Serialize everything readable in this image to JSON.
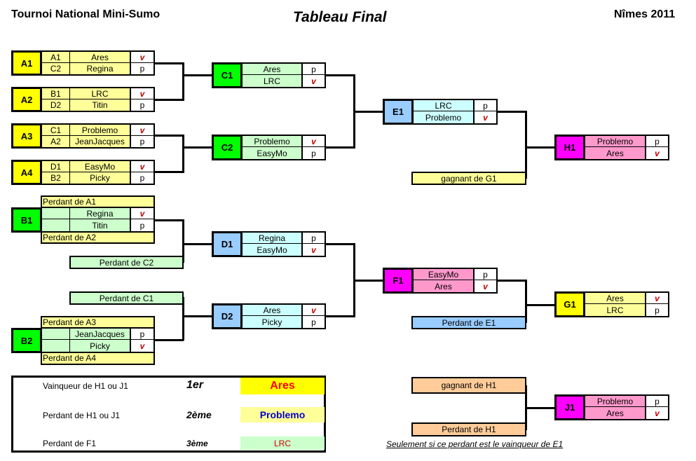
{
  "header": {
    "left": "Tournoi National Mini-Sumo",
    "center": "Tableau Final",
    "right": "Nîmes 2011"
  },
  "matches": {
    "A1": {
      "label": "A1",
      "seeds": [
        "A1",
        "C2"
      ],
      "names": [
        "Ares",
        "Regina"
      ],
      "results": [
        "v",
        "p"
      ]
    },
    "A2": {
      "label": "A2",
      "seeds": [
        "B1",
        "D2"
      ],
      "names": [
        "LRC",
        "Titin"
      ],
      "results": [
        "v",
        "p"
      ]
    },
    "A3": {
      "label": "A3",
      "seeds": [
        "C1",
        "A2"
      ],
      "names": [
        "Problemo",
        "JeanJacques"
      ],
      "results": [
        "v",
        "p"
      ]
    },
    "A4": {
      "label": "A4",
      "seeds": [
        "D1",
        "B2"
      ],
      "names": [
        "EasyMo",
        "Picky"
      ],
      "results": [
        "v",
        "p"
      ]
    },
    "C1": {
      "label": "C1",
      "names": [
        "Ares",
        "LRC"
      ],
      "results": [
        "p",
        "v"
      ]
    },
    "C2": {
      "label": "C2",
      "names": [
        "Problemo",
        "EasyMo"
      ],
      "results": [
        "v",
        "p"
      ]
    },
    "E1": {
      "label": "E1",
      "names": [
        "LRC",
        "Problemo"
      ],
      "results": [
        "p",
        "v"
      ]
    },
    "H1": {
      "label": "H1",
      "names": [
        "Problemo",
        "Ares"
      ],
      "results": [
        "p",
        "v"
      ]
    },
    "B1": {
      "label": "B1",
      "top": "Perdant de A1",
      "names": [
        "Regina",
        "Titin"
      ],
      "results": [
        "v",
        "p"
      ],
      "bottom": "Perdant de A2"
    },
    "B2": {
      "label": "B2",
      "top": "Perdant de A3",
      "names": [
        "JeanJacques",
        "Picky"
      ],
      "results": [
        "p",
        "v"
      ],
      "bottom": "Perdant de A4"
    },
    "D1": {
      "label": "D1",
      "names": [
        "Regina",
        "EasyMo"
      ],
      "results": [
        "p",
        "v"
      ]
    },
    "D2": {
      "label": "D2",
      "names": [
        "Ares",
        "Picky"
      ],
      "results": [
        "v",
        "p"
      ]
    },
    "F1": {
      "label": "F1",
      "names": [
        "EasyMo",
        "Ares"
      ],
      "results": [
        "p",
        "v"
      ]
    },
    "G1": {
      "label": "G1",
      "names": [
        "Ares",
        "LRC"
      ],
      "results": [
        "v",
        "p"
      ]
    },
    "J1": {
      "label": "J1",
      "names": [
        "Problemo",
        "Ares"
      ],
      "results": [
        "p",
        "v"
      ]
    }
  },
  "feeders": {
    "winner_g1": "gagnant de G1",
    "loser_c2": "Perdant de C2",
    "loser_c1": "Perdant de C1",
    "loser_e1": "Perdant de E1",
    "winner_h1": "gagnant de H1",
    "loser_h1": "Perdant de H1"
  },
  "note": "Seulement si ce perdant est le vainqueur de E1",
  "ranking": [
    {
      "desc": "Vainqueur de H1 ou J1",
      "place": "1er",
      "name": "Ares"
    },
    {
      "desc": "Perdant de H1 ou J1",
      "place": "2ème",
      "name": "Problemo"
    },
    {
      "desc": "Perdant de F1",
      "place": "3ème",
      "name": "LRC"
    }
  ],
  "colors": {
    "first": "#ff0000",
    "second": "#0000cc",
    "third": "#cc0000"
  }
}
